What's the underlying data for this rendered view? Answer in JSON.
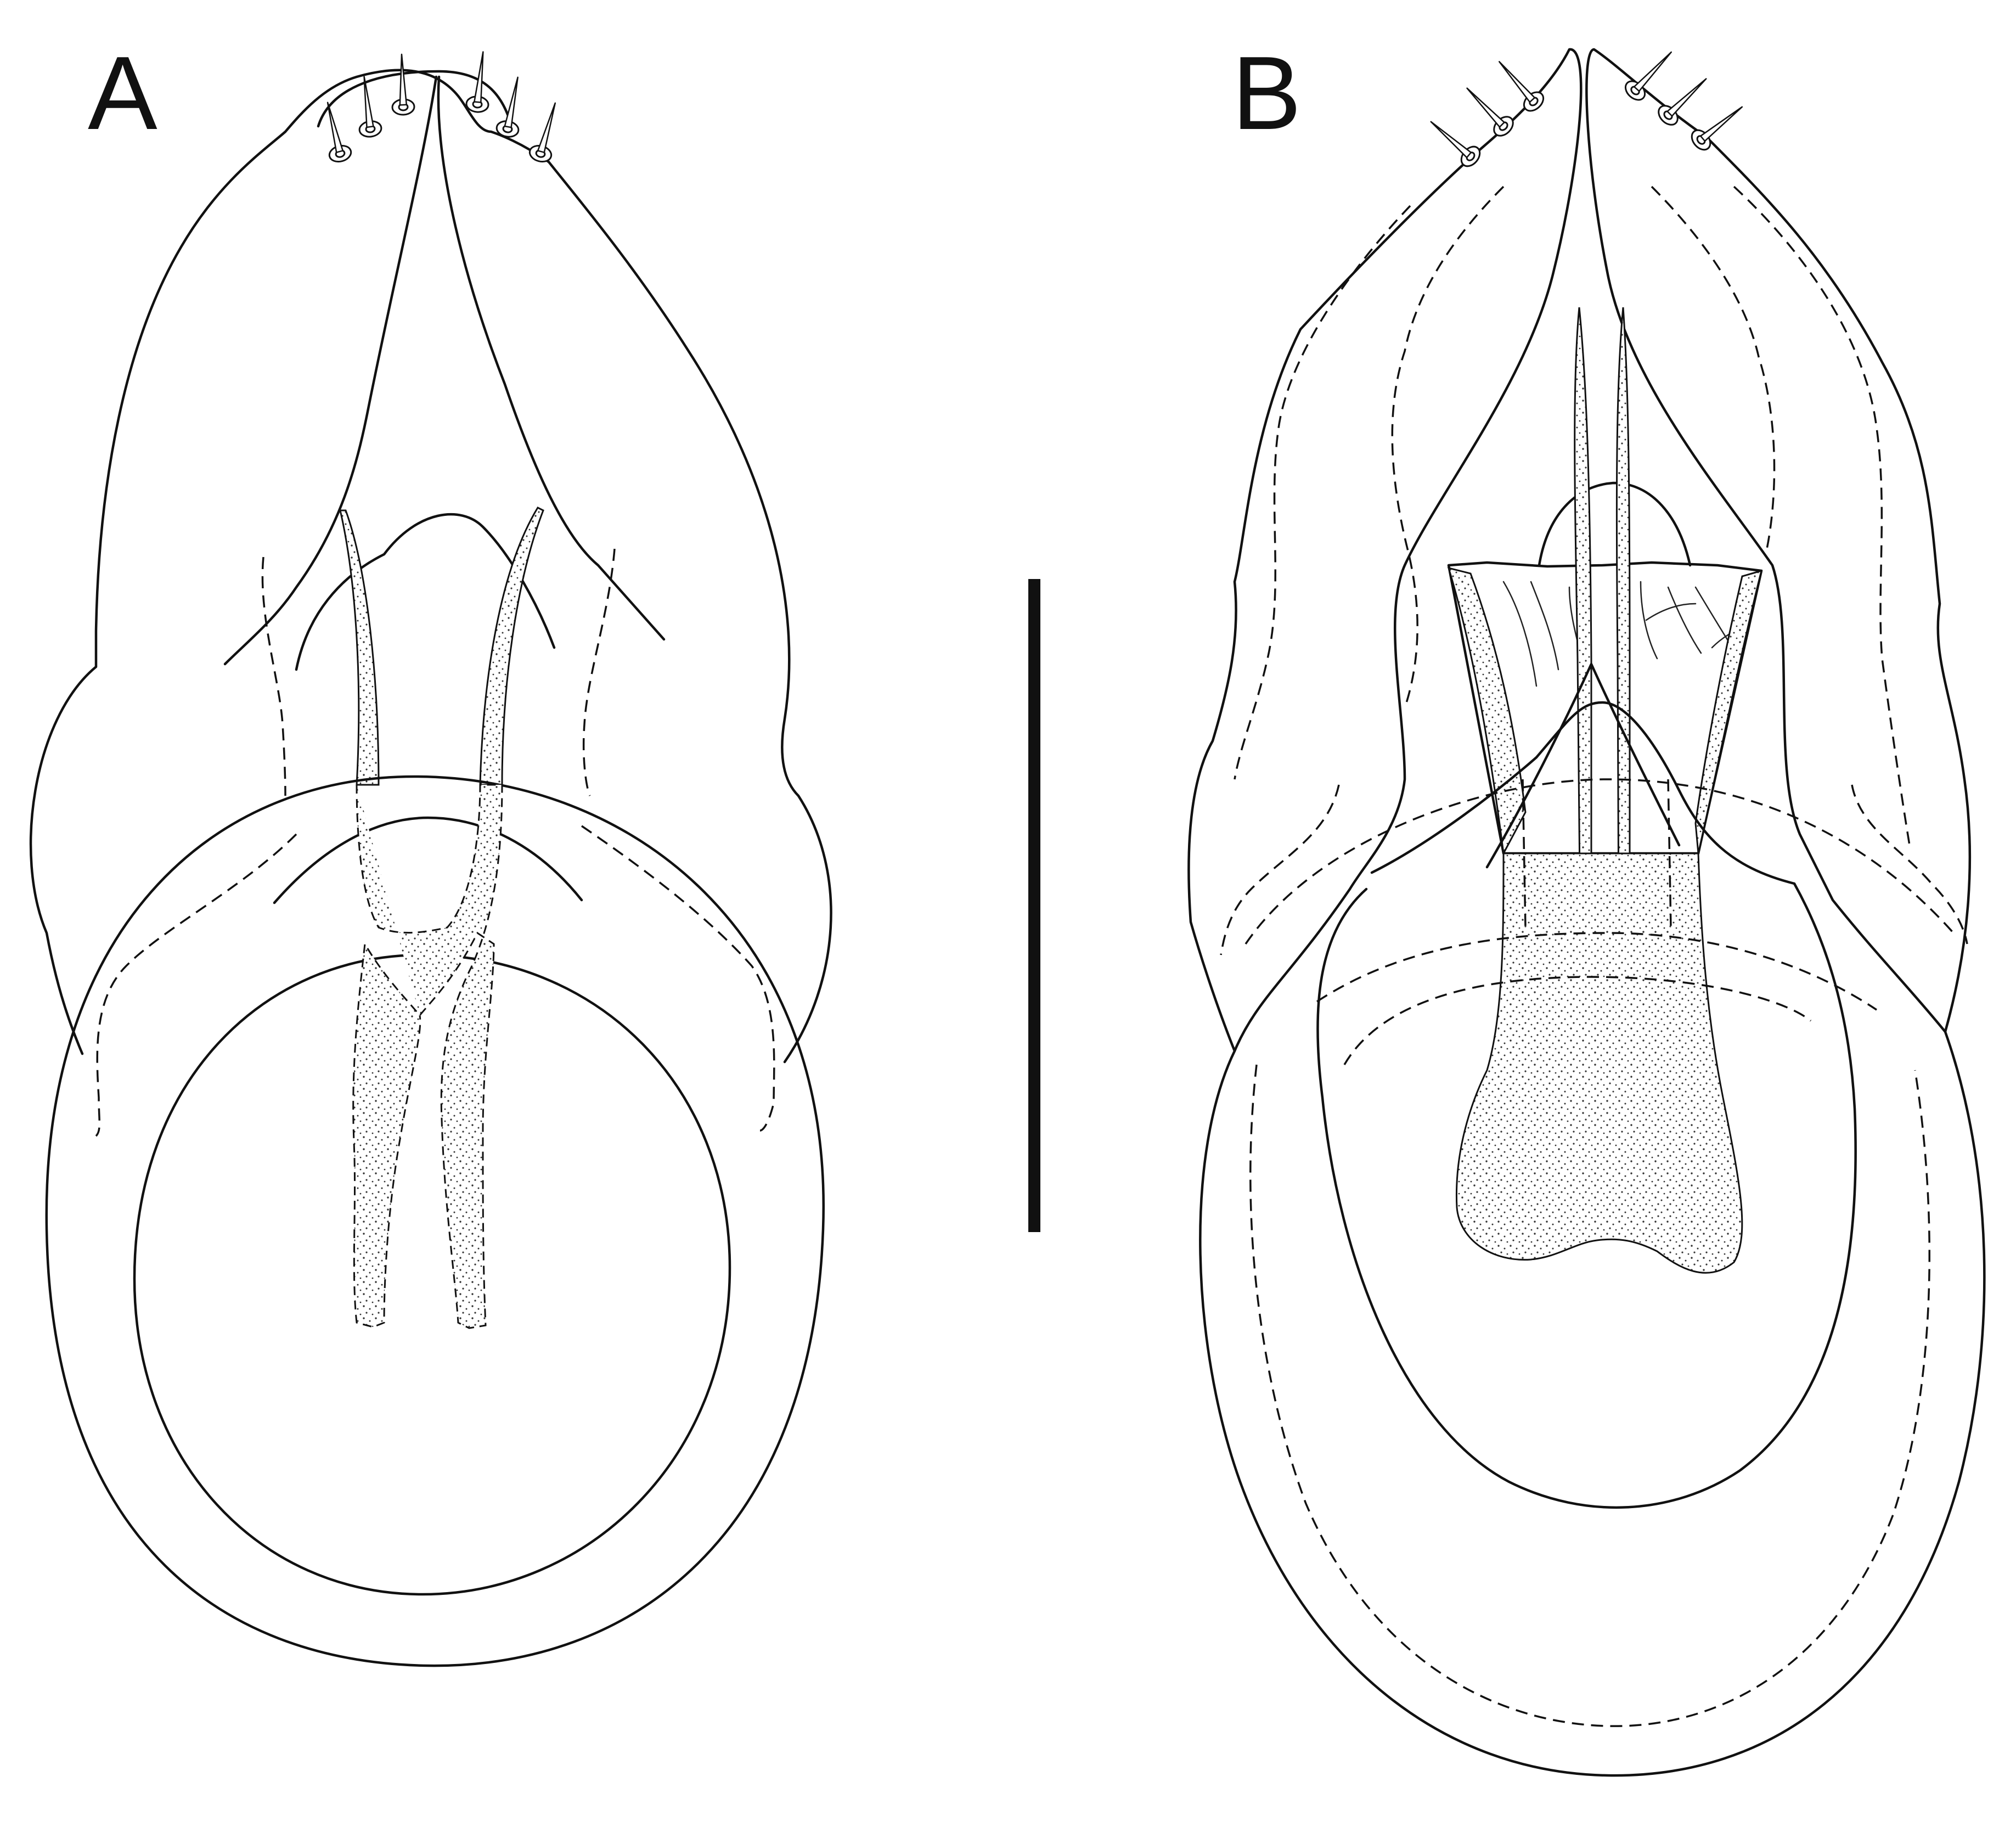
{
  "figure": {
    "panels": [
      {
        "id": "A",
        "label": "A"
      },
      {
        "id": "B",
        "label": "B"
      }
    ],
    "has_scale_bar": true,
    "line_color": "#111111",
    "background_color": "#ffffff"
  }
}
